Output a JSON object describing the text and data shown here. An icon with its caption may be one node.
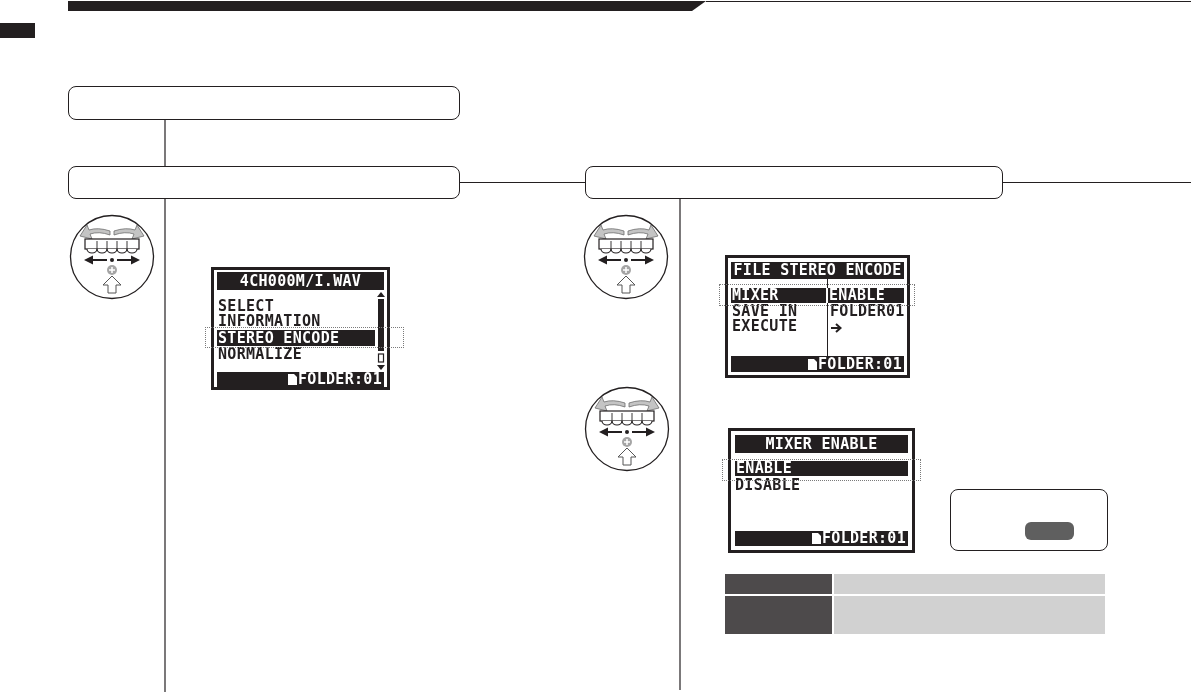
{
  "diagram": {
    "nodes": [
      {
        "text": [],
        "shape": "box"
      },
      {
        "text": [],
        "shape": "box"
      },
      {
        "text": [],
        "shape": "box"
      },
      {
        "text": [
          "4CH000M/I.WAV",
          "SELECT",
          "INFORMATION",
          "STEREO ENCODE",
          "NORMALIZE",
          "FOLDER:01"
        ]
      },
      {
        "text": [
          "FILE STEREO ENCODE",
          "MIXER",
          "ENABLE",
          "SAVE IN",
          "FOLDER01",
          "EXECUTE",
          "FOLDER:01"
        ]
      },
      {
        "text": [
          "MIXER ENABLE",
          "ENABLE",
          "DISABLE",
          "FOLDER:01"
        ]
      },
      {
        "text": [],
        "shape": "box"
      }
    ],
    "edges": [
      {
        "from": 0,
        "to": 1,
        "arrow": "none"
      },
      {
        "from": 1,
        "to": 2,
        "arrow": "none"
      },
      {
        "from": 2,
        "to": null,
        "arrow": "none"
      }
    ]
  }
}
